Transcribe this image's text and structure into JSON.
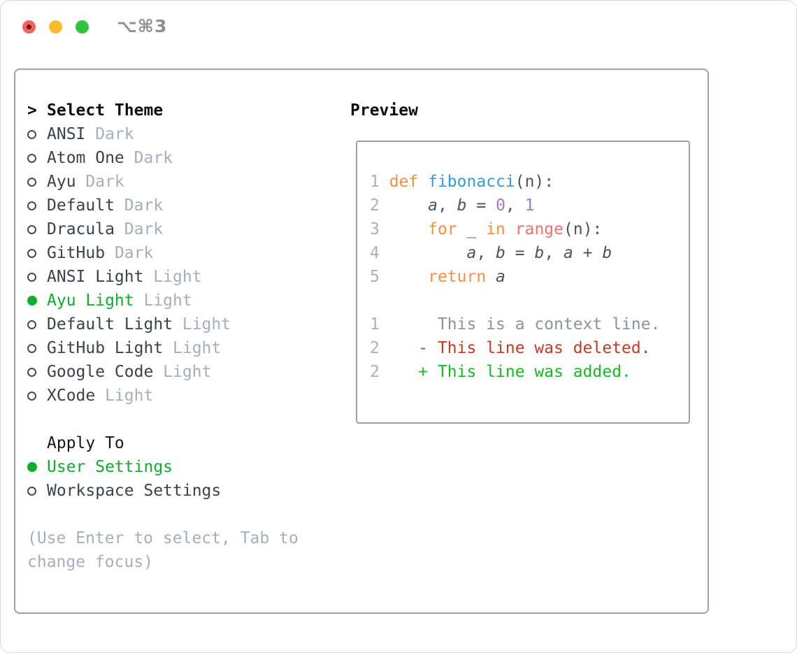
{
  "window": {
    "title": "⌥⌘3",
    "traffic_lights": [
      {
        "name": "close",
        "color": "#f5615c",
        "dot": "#73150f"
      },
      {
        "name": "minimize",
        "color": "#fcbb2d"
      },
      {
        "name": "zoom",
        "color": "#2dc53e"
      }
    ]
  },
  "colors": {
    "titlebar_fg": "#8b9095",
    "header_fg": "#0c0f12",
    "item_fg": "#3a424a",
    "muted": "#a6afb9",
    "select_green": "#0fae2b",
    "apply_fg": "#14181c",
    "border_main": "#9ba3ae",
    "border_preview": "#97a0ab",
    "num": "#a9b2bc",
    "kw": "#fa8d3e",
    "fn": "#2e9de5",
    "const": "#a37acc",
    "special": "#f0716f",
    "fg": "#4c545c",
    "ctx": "#8d949c",
    "del": "#c43b22",
    "add": "#12bd1c"
  },
  "theme_picker": {
    "cursor": ">",
    "title": "Select Theme",
    "items": [
      {
        "name": "ANSI",
        "variant": "Dark",
        "selected": false
      },
      {
        "name": "Atom One",
        "variant": "Dark",
        "selected": false
      },
      {
        "name": "Ayu",
        "variant": "Dark",
        "selected": false
      },
      {
        "name": "Default",
        "variant": "Dark",
        "selected": false
      },
      {
        "name": "Dracula",
        "variant": "Dark",
        "selected": false
      },
      {
        "name": "GitHub",
        "variant": "Dark",
        "selected": false
      },
      {
        "name": "ANSI Light",
        "variant": "Light",
        "selected": false
      },
      {
        "name": "Ayu Light",
        "variant": "Light",
        "selected": true
      },
      {
        "name": "Default Light",
        "variant": "Light",
        "selected": false
      },
      {
        "name": "GitHub Light",
        "variant": "Light",
        "selected": false
      },
      {
        "name": "Google Code",
        "variant": "Light",
        "selected": false
      },
      {
        "name": "XCode",
        "variant": "Light",
        "selected": false
      }
    ],
    "apply_to": {
      "title": "Apply To",
      "options": [
        {
          "name": "User Settings",
          "selected": true
        },
        {
          "name": "Workspace Settings",
          "selected": false
        }
      ]
    },
    "hint_lines": [
      "(Use Enter to select, Tab to",
      "change focus)"
    ]
  },
  "preview": {
    "title": "Preview",
    "code_lines": [
      [
        [
          "num",
          "1 "
        ],
        [
          "kw",
          "def"
        ],
        [
          "fg",
          " "
        ],
        [
          "fn",
          "fibonacci"
        ],
        [
          "fg",
          "(n):"
        ]
      ],
      [
        [
          "num",
          "2 "
        ],
        [
          "fg",
          "    "
        ],
        [
          "var",
          "a"
        ],
        [
          "fg",
          ", "
        ],
        [
          "var",
          "b"
        ],
        [
          "fg",
          " = "
        ],
        [
          "const",
          "0"
        ],
        [
          "fg",
          ", "
        ],
        [
          "const",
          "1"
        ]
      ],
      [
        [
          "num",
          "3 "
        ],
        [
          "fg",
          "    "
        ],
        [
          "kw",
          "for"
        ],
        [
          "fg",
          " _ "
        ],
        [
          "kw",
          "in"
        ],
        [
          "fg",
          " "
        ],
        [
          "special",
          "range"
        ],
        [
          "fg",
          "(n):"
        ]
      ],
      [
        [
          "num",
          "4 "
        ],
        [
          "fg",
          "        "
        ],
        [
          "var",
          "a"
        ],
        [
          "fg",
          ", "
        ],
        [
          "var",
          "b"
        ],
        [
          "fg",
          " = "
        ],
        [
          "var",
          "b"
        ],
        [
          "fg",
          ", "
        ],
        [
          "var",
          "a"
        ],
        [
          "fg",
          " + "
        ],
        [
          "var",
          "b"
        ]
      ],
      [
        [
          "num",
          "5 "
        ],
        [
          "fg",
          "    "
        ],
        [
          "kw",
          "return"
        ],
        [
          "fg",
          " "
        ],
        [
          "var",
          "a"
        ]
      ],
      [],
      [
        [
          "num",
          "1"
        ],
        [
          "ctx",
          "      This is a context line."
        ]
      ],
      [
        [
          "num",
          "2"
        ],
        [
          "fg",
          "    "
        ],
        [
          "del",
          "- This line was deleted."
        ]
      ],
      [
        [
          "num",
          "2"
        ],
        [
          "fg",
          "    "
        ],
        [
          "add",
          "+ This line was added."
        ]
      ]
    ]
  }
}
